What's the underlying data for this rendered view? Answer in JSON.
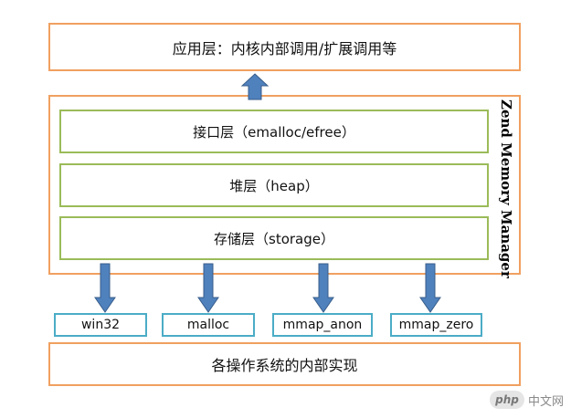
{
  "app_layer": {
    "label": "应用层：内核内部调用/扩展调用等"
  },
  "zend_memory_manager": {
    "title": "Zend Memory Manager",
    "layers": [
      {
        "label": "接口层（emalloc/efree）"
      },
      {
        "label": "堆层（heap）"
      },
      {
        "label": "存储层（storage）"
      }
    ]
  },
  "backends": [
    {
      "label": "win32"
    },
    {
      "label": "malloc"
    },
    {
      "label": "mmap_anon"
    },
    {
      "label": "mmap_zero"
    }
  ],
  "os_layer": {
    "label": "各操作系统的内部实现"
  },
  "watermark": {
    "logo": "php",
    "text": "中文网"
  },
  "colors": {
    "outer_border": "#f0a060",
    "layer_border": "#9bbb59",
    "backend_border": "#4bacc6",
    "arrow_fill": "#4f81bd",
    "arrow_stroke": "#385d8a"
  }
}
